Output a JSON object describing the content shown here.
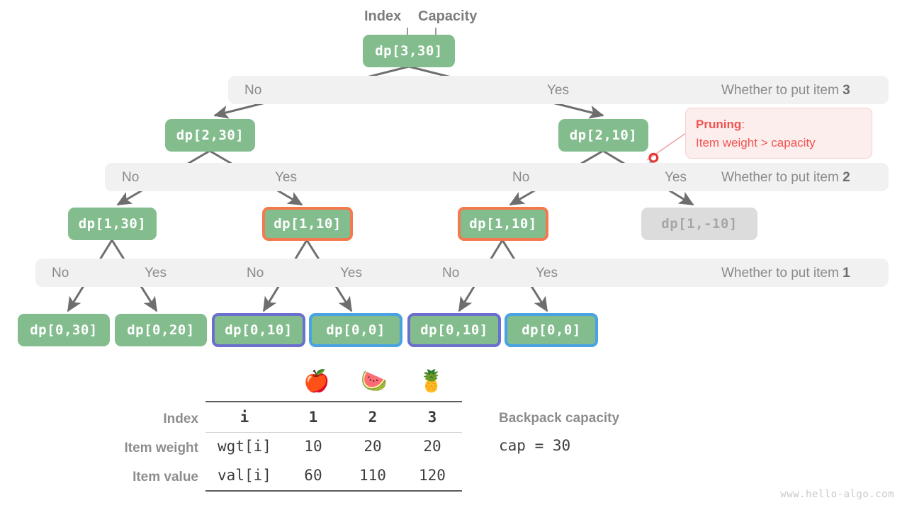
{
  "annotations": {
    "index_label": "Index",
    "capacity_label": "Capacity"
  },
  "tree": {
    "root": {
      "label": "dp[3,30]"
    },
    "level2": [
      {
        "label": "dp[2,30]"
      },
      {
        "label": "dp[2,10]"
      }
    ],
    "level3": [
      {
        "label": "dp[1,30]",
        "style": "plain"
      },
      {
        "label": "dp[1,10]",
        "style": "orange"
      },
      {
        "label": "dp[1,10]",
        "style": "orange"
      },
      {
        "label": "dp[1,-10]",
        "style": "gray"
      }
    ],
    "level4": [
      {
        "label": "dp[0,30]",
        "style": "plain"
      },
      {
        "label": "dp[0,20]",
        "style": "plain"
      },
      {
        "label": "dp[0,10]",
        "style": "purple"
      },
      {
        "label": "dp[0,0]",
        "style": "cyan"
      },
      {
        "label": "dp[0,10]",
        "style": "purple"
      },
      {
        "label": "dp[0,0]",
        "style": "cyan"
      }
    ]
  },
  "bands": [
    {
      "branches": [
        "No",
        "Yes"
      ],
      "right_text_prefix": "Whether to put item ",
      "right_text_value": "3"
    },
    {
      "branches": [
        "No",
        "Yes",
        "No",
        "Yes"
      ],
      "right_text_prefix": "Whether to put item ",
      "right_text_value": "2"
    },
    {
      "branches": [
        "No",
        "Yes",
        "No",
        "Yes",
        "No",
        "Yes"
      ],
      "right_text_prefix": "Whether to put item ",
      "right_text_value": "1"
    }
  ],
  "pruning_callout": {
    "line1_bold": "Pruning",
    "line1_colon": ":",
    "line2": "Item weight > capacity",
    "icon": "scissors-icon"
  },
  "spec_table": {
    "items_emoji": [
      "apple",
      "watermelon",
      "pineapple"
    ],
    "rows": [
      {
        "label": "Index",
        "key": "i",
        "values": [
          "1",
          "2",
          "3"
        ],
        "bold": true
      },
      {
        "label": "Item weight",
        "key": "wgt[i]",
        "values": [
          "10",
          "20",
          "20"
        ],
        "bold": false
      },
      {
        "label": "Item value",
        "key": "val[i]",
        "values": [
          "60",
          "110",
          "120"
        ],
        "bold": false
      }
    ]
  },
  "capacity": {
    "title": "Backpack capacity",
    "value": "cap = 30"
  },
  "watermark": "www.hello-algo.com",
  "colors": {
    "node_green": "#83bd8e",
    "node_gray_bg": "#dcdcdc",
    "accent_orange": "#f4794e",
    "accent_purple": "#6b6fcd",
    "accent_cyan": "#49a3e3",
    "band_bg": "#f1f1f1",
    "pruning_red": "#ef5350",
    "pruning_bg": "#fdeeee",
    "edge_gray": "#6e6e6e"
  }
}
